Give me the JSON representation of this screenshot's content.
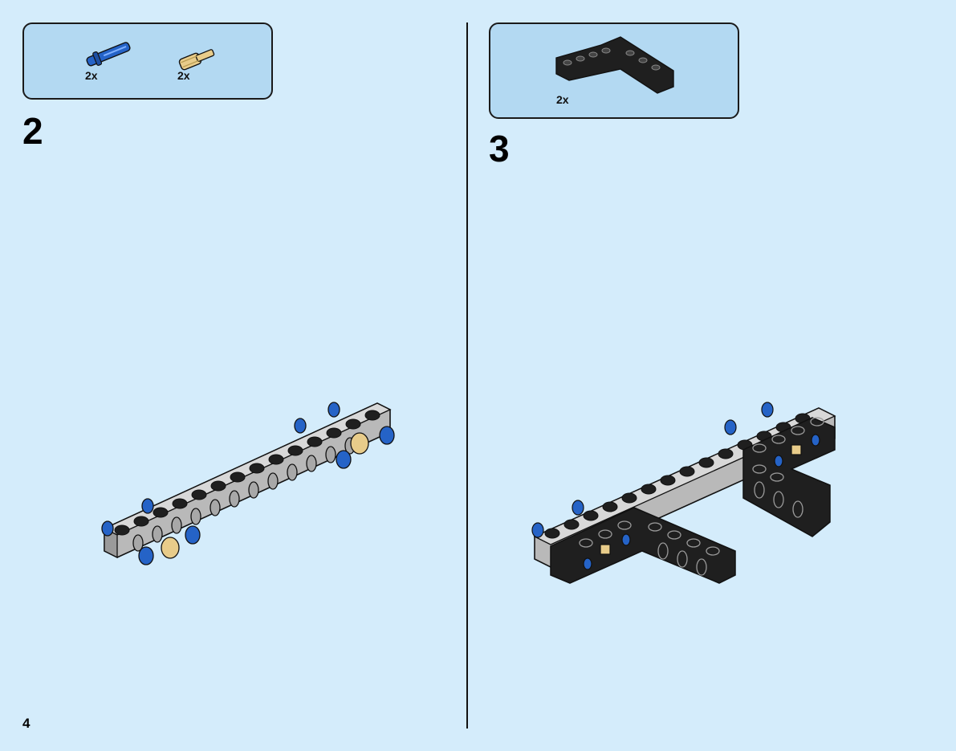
{
  "page": {
    "number": "4"
  },
  "steps": [
    {
      "number": "2",
      "parts": [
        {
          "name": "blue-long-pin-icon",
          "color": "#2563c7",
          "qty": "2x"
        },
        {
          "name": "tan-axle-pin-icon",
          "color": "#e8cc8a",
          "qty": "2x"
        }
      ]
    },
    {
      "number": "3",
      "parts": [
        {
          "name": "black-l-beam-icon",
          "color": "#1f1f1f",
          "qty": "2x"
        }
      ]
    }
  ],
  "colors": {
    "background": "#d4ecfb",
    "parts_box": "#b3d9f2",
    "grey_beam": "#b9b9b9",
    "black_beam": "#1f1f1f",
    "blue_pin": "#2563c7",
    "tan_pin": "#e8cc8a"
  }
}
